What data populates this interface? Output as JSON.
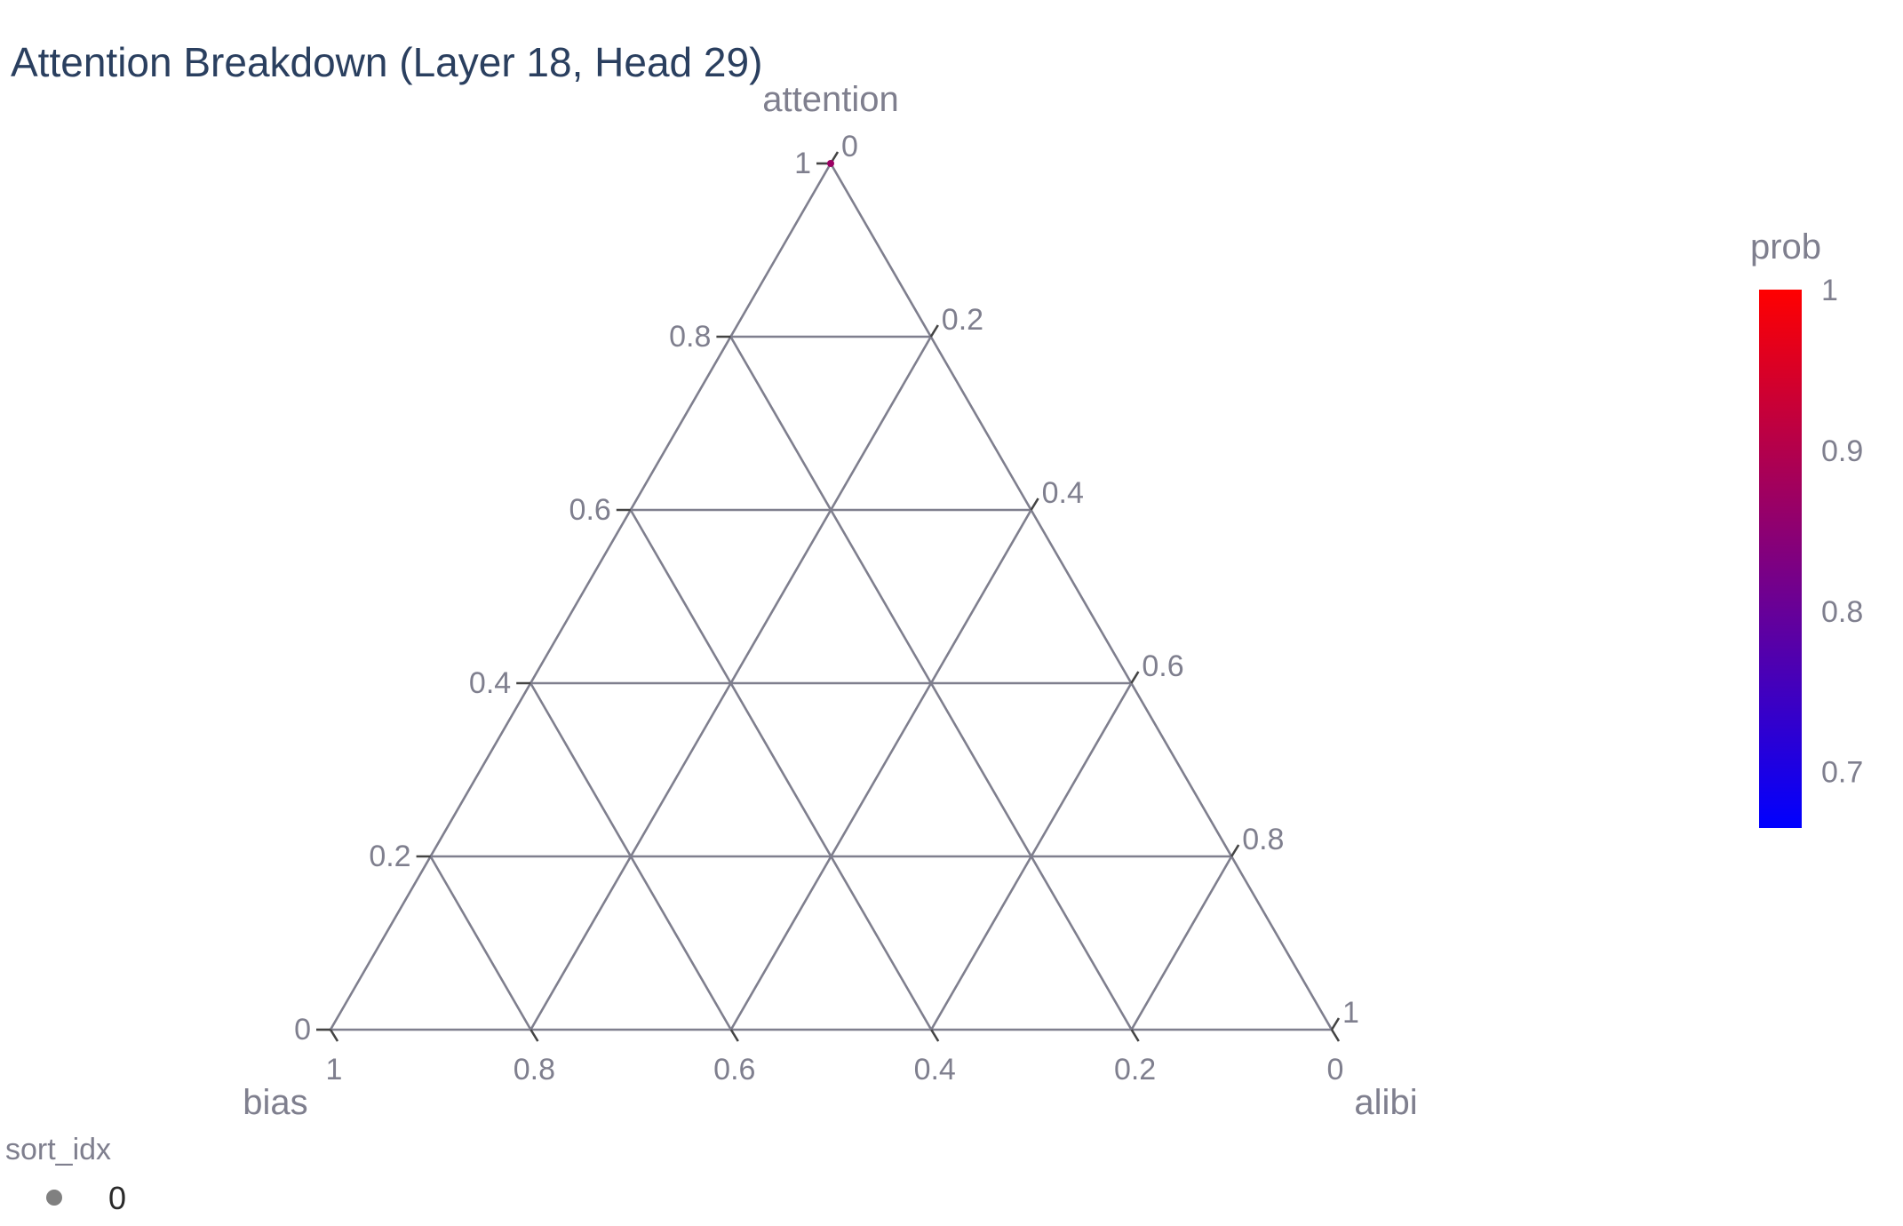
{
  "chart_data": {
    "type": "ternary-scatter",
    "title": "Attention Breakdown (Layer 18, Head 29)",
    "axes": {
      "a": {
        "title": "attention",
        "ticks": [
          "0",
          "0.2",
          "0.4",
          "0.6",
          "0.8",
          "1"
        ]
      },
      "b": {
        "title": "bias",
        "ticks": [
          "0",
          "0.2",
          "0.4",
          "0.6",
          "0.8",
          "1"
        ]
      },
      "c": {
        "title": "alibi",
        "ticks": [
          "0",
          "0.2",
          "0.4",
          "0.6",
          "0.8",
          "1"
        ]
      }
    },
    "grid": true,
    "points": [
      {
        "attention": 1.0,
        "bias": 0.0,
        "alibi": 0.0,
        "prob": 0.87,
        "sort_idx": "0"
      }
    ],
    "colorbar": {
      "title": "prob",
      "range": [
        0.665,
        1.0
      ],
      "ticks": [
        "0.7",
        "0.8",
        "0.9",
        "1"
      ],
      "colors": [
        "#0000ff",
        "#ff0000"
      ]
    },
    "legend": {
      "title": "sort_idx",
      "entries": [
        "0"
      ],
      "placement": "bottom-left"
    },
    "colors": {
      "grid": "#7f7f8e",
      "text": "#7f7f8e",
      "title": "#2a3f5f",
      "marker": "#7f7f7f"
    }
  }
}
